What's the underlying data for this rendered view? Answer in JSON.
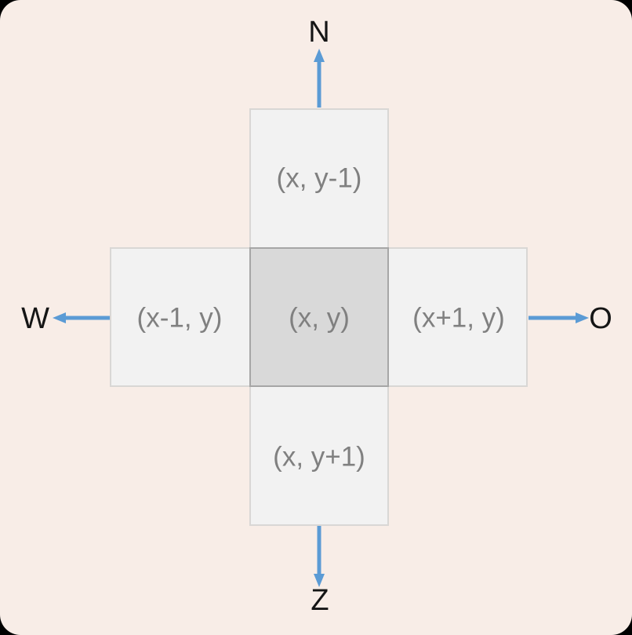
{
  "diagram": {
    "compass": {
      "north": "N",
      "east": "O",
      "south": "Z",
      "west": "W"
    },
    "cells": {
      "north": {
        "label": "(x, y-1)"
      },
      "west": {
        "label": "(x-1, y)"
      },
      "center": {
        "label": "(x, y)"
      },
      "east": {
        "label": "(x+1, y)"
      },
      "south": {
        "label": "(x, y+1)"
      }
    },
    "icons": {
      "north_arrow": "arrow-up-icon",
      "east_arrow": "arrow-right-icon",
      "south_arrow": "arrow-down-icon",
      "west_arrow": "arrow-left-icon"
    },
    "colors": {
      "page_background": "#f8ede7",
      "outside_background": "#000000",
      "cell_fill": "#f2f2f2",
      "cell_border": "#d9d7d5",
      "center_cell_fill": "#d9d9d9",
      "center_cell_border": "#a6a6a6",
      "arrow": "#5b9bd5",
      "cell_text": "#808080",
      "compass_text": "#151515"
    }
  }
}
